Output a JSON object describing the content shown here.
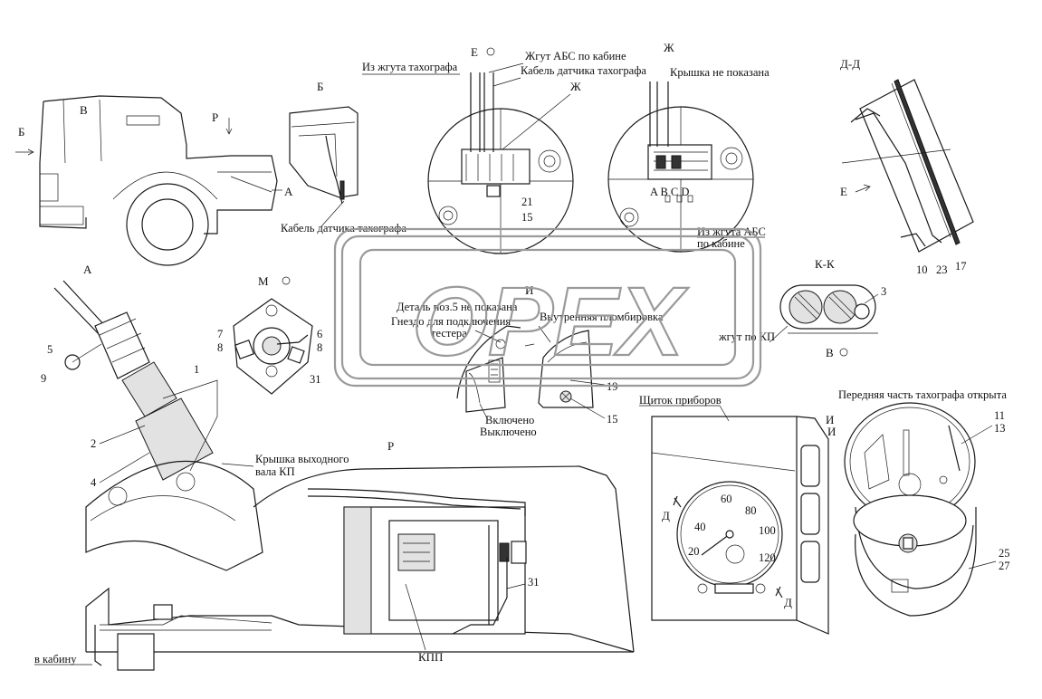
{
  "labels": {
    "view_b_caption": "Б",
    "view_b_arrow": "Б",
    "view_v_on_truck": "В",
    "view_r_caption": "Р",
    "view_a_on_truck": "А",
    "tacho_sensor_cable_1": "Кабель датчика тахографа",
    "from_tacho_harness": "Из жгута тахографа",
    "view_e_caption": "Е",
    "abs_harness_cab": "Жгут АБС по кабине",
    "tacho_sensor_cable_2": "Кабель датчика тахографа",
    "view_zh_marker": "Ж",
    "pos_21": "21",
    "pos_15_top": "15",
    "view_zh_caption": "Ж",
    "cover_not_shown": "Крышка не показана",
    "abcd": "A B C D",
    "from_abs_harness": "Из жгута АБС",
    "along_cab": "по кабине",
    "view_dd_caption": "Д-Д",
    "view_e_arrow": "Е",
    "pos_10": "10",
    "pos_23": "23",
    "pos_17": "17",
    "view_a_caption": "А",
    "pos_5": "5",
    "pos_9": "9",
    "pos_1": "1",
    "pos_2": "2",
    "pos_4": "4",
    "output_shaft_cover_1": "Крышка выходного",
    "output_shaft_cover_2": "вала КП",
    "view_m_caption": "М",
    "pos_7": "7",
    "pos_8_left": "8",
    "pos_6": "6",
    "pos_8_right": "8",
    "pos_31_m": "31",
    "part5_not_shown": "Деталь поз.5 не показана",
    "view_i_caption": "И",
    "tester_socket_1": "Гнездо для подключения",
    "tester_socket_2": "тестера",
    "internal_seal": "Внутренняя пломбировка",
    "pos_19": "19",
    "pos_15_mid": "15",
    "switched_on": "Включено",
    "switched_off": "Выключено",
    "view_kk_caption": "К-К",
    "pos_3": "3",
    "harness_along_kp": "жгут по КП",
    "view_v_caption": "В",
    "view_r_big_caption": "Р",
    "to_cab": "в кабину",
    "kpp": "КПП",
    "pos_31_r": "31",
    "instrument_panel": "Щиток приборов",
    "d_marker_1": "Д",
    "d_marker_2": "Д",
    "tacho_front_open": "Передняя часть тахографа открыта",
    "i_marker_1": "И",
    "i_marker_2": "И",
    "pos_11": "11",
    "pos_13": "13",
    "pos_25": "25",
    "pos_27": "27",
    "speedo_60": "60",
    "speedo_80": "80",
    "speedo_100": "100",
    "speedo_120": "120",
    "speedo_40": "40",
    "speedo_20": "20"
  },
  "watermark": "OPEX"
}
